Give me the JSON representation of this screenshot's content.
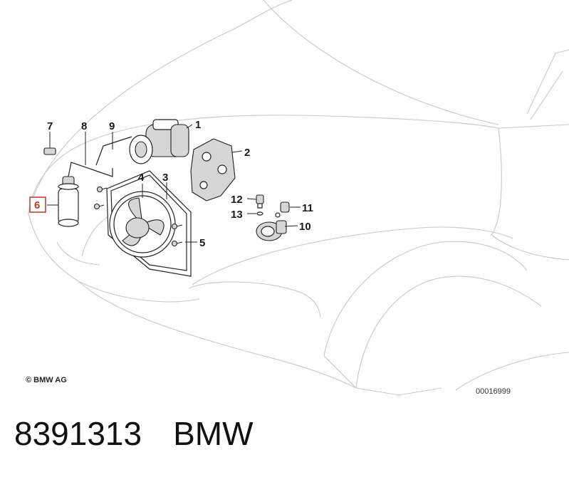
{
  "diagram": {
    "callouts": [
      {
        "id": "1",
        "label": "1",
        "highlighted": false
      },
      {
        "id": "2",
        "label": "2",
        "highlighted": false
      },
      {
        "id": "3",
        "label": "3",
        "highlighted": false
      },
      {
        "id": "4",
        "label": "4",
        "highlighted": false
      },
      {
        "id": "5",
        "label": "5",
        "highlighted": false
      },
      {
        "id": "6",
        "label": "6",
        "highlighted": true
      },
      {
        "id": "7",
        "label": "7",
        "highlighted": false
      },
      {
        "id": "8",
        "label": "8",
        "highlighted": false
      },
      {
        "id": "9",
        "label": "9",
        "highlighted": false
      },
      {
        "id": "10",
        "label": "10",
        "highlighted": false
      },
      {
        "id": "11",
        "label": "11",
        "highlighted": false
      },
      {
        "id": "12",
        "label": "12",
        "highlighted": false
      },
      {
        "id": "13",
        "label": "13",
        "highlighted": false
      }
    ],
    "copyright": "© BMW AG",
    "diagram_number": "00016999",
    "highlight_color": "#c0392b"
  },
  "caption": {
    "part_number": "8391313",
    "brand": "BMW"
  }
}
